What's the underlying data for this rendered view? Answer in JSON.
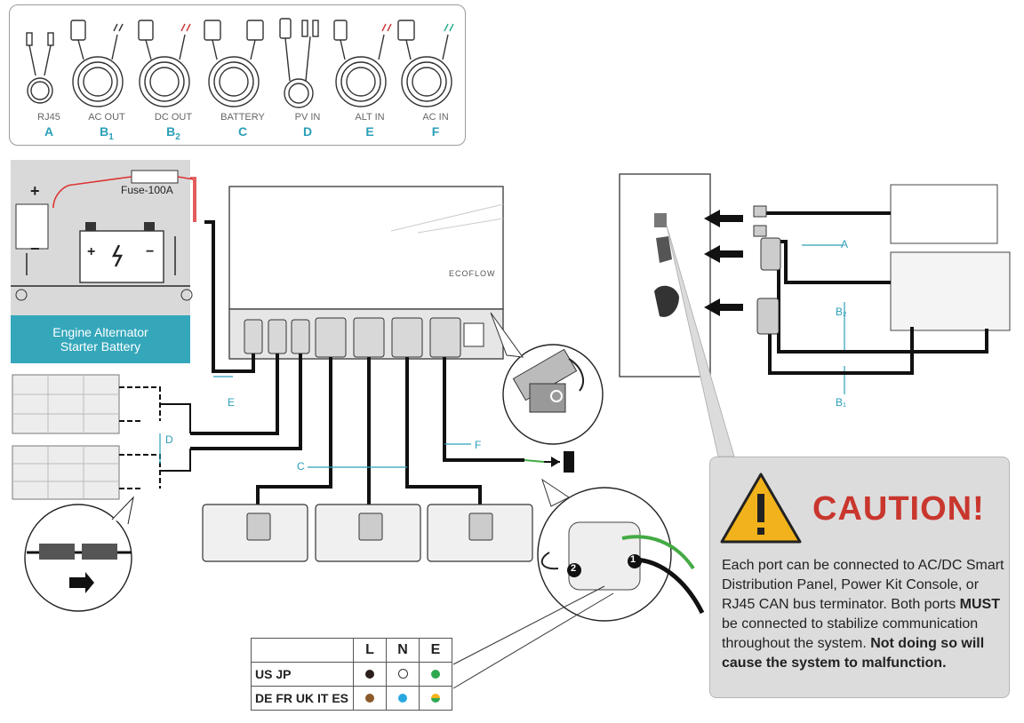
{
  "cable_legend": [
    {
      "name": "RJ45",
      "letter": "A",
      "sub": ""
    },
    {
      "name": "AC OUT",
      "letter": "B",
      "sub": "1"
    },
    {
      "name": "DC OUT",
      "letter": "B",
      "sub": "2"
    },
    {
      "name": "BATTERY",
      "letter": "C",
      "sub": ""
    },
    {
      "name": "PV IN",
      "letter": "D",
      "sub": ""
    },
    {
      "name": "ALT IN",
      "letter": "E",
      "sub": ""
    },
    {
      "name": "AC IN",
      "letter": "F",
      "sub": ""
    }
  ],
  "alternator": {
    "fuse_label": "Fuse-100A",
    "label_line1": "Engine Alternator",
    "label_line2": "Starter Battery",
    "plus": "+",
    "minus": "−"
  },
  "brand": "ECOFLOW",
  "diagram_letters": {
    "E": "E",
    "D": "D",
    "C": "C",
    "F": "F",
    "A": "A",
    "B2": "B₂",
    "B1": "B₁"
  },
  "steps": {
    "one": "1",
    "two": "2"
  },
  "caution": {
    "title": "CAUTION!",
    "text_1": "Each port can be connected to AC/DC Smart Distribution Panel, Power Kit Console, or RJ45 CAN bus terminator. Both ports ",
    "bold_1": "MUST",
    "text_2": " be connected to stabilize communication throughout the system. ",
    "bold_2": "Not doing so will cause the system to malfunction."
  },
  "wire_table": {
    "headers": [
      "L",
      "N",
      "E"
    ],
    "rows": [
      {
        "region": "US JP",
        "colors": [
          "#2a1f1a",
          "#ffffff",
          "#2fa84f"
        ]
      },
      {
        "region": "DE FR UK IT ES",
        "colors": [
          "#8b5a2b",
          "#29a8df",
          "split-yellow-green"
        ]
      }
    ]
  },
  "colors": {
    "accent": "#2a9fb8",
    "caution_red": "#c9362d",
    "caution_yellow": "#f2b21b",
    "label_teal": "#35a7bb"
  }
}
